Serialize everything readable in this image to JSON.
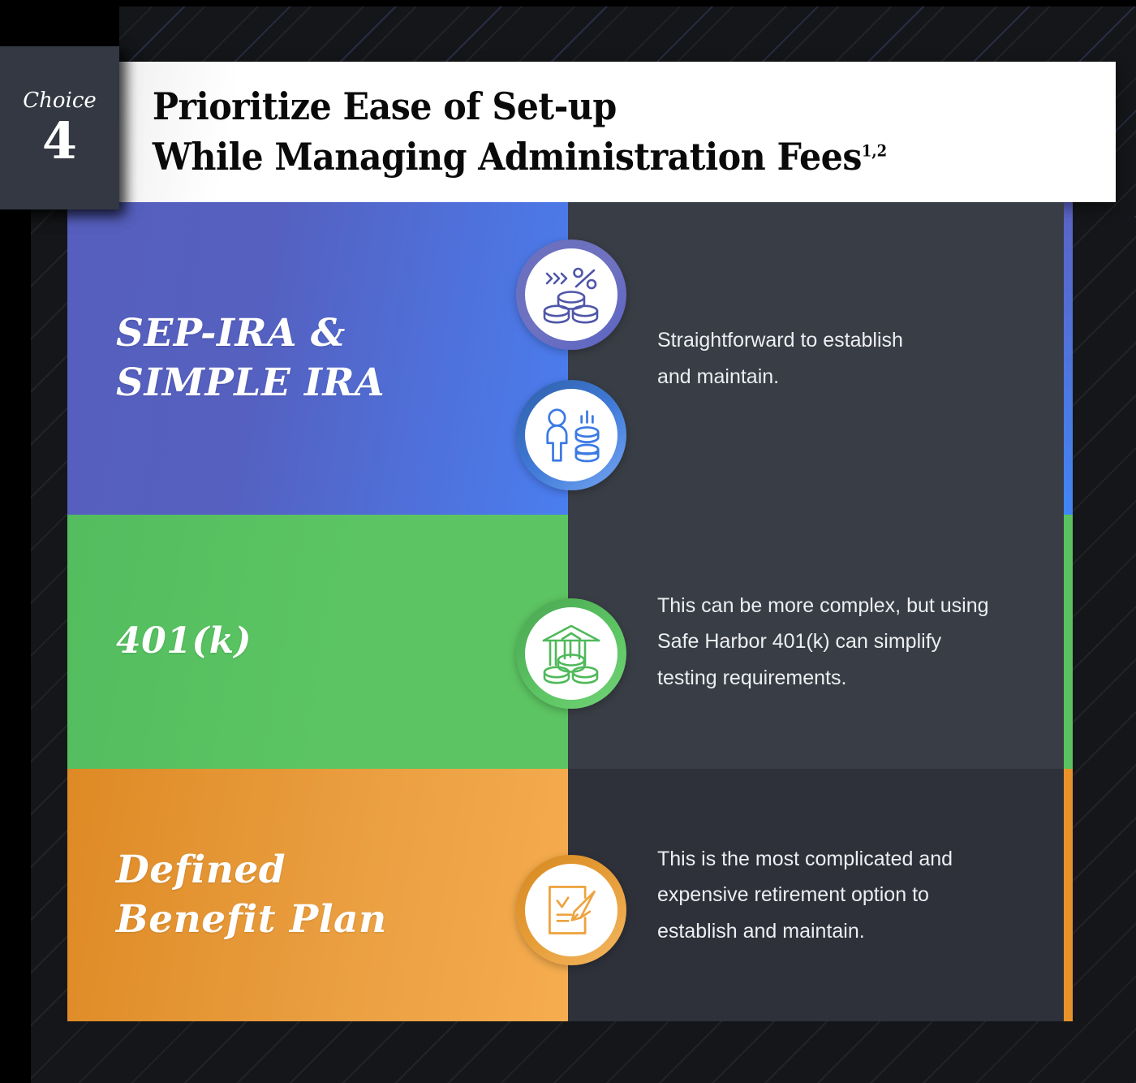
{
  "badge": {
    "label": "Choice",
    "number": "4"
  },
  "header": {
    "title_line1": "Prioritize Ease of Set-up",
    "title_line2": "While Managing Administration Fees",
    "title_footnote": "1,2"
  },
  "colors": {
    "accent_blue": "#5b63c4",
    "accent_blue_light": "#4285f4",
    "accent_green": "#5cc462",
    "accent_orange": "#e89229",
    "panel_dark": "#393d45",
    "panel_dark_alt": "#2e313a",
    "backdrop": "#141619",
    "badge_bg": "#333842",
    "header_bg": "#ffffff"
  },
  "rows": [
    {
      "plan_name": "SEP-IRA &\nSIMPLE IRA",
      "description": "Straightforward to establish\nand maintain.",
      "icons": [
        "coins-percent-icon",
        "person-savings-icon"
      ],
      "accent": "#5b63c4"
    },
    {
      "plan_name": "401(k)",
      "description": "This can be more complex, but using\nSafe Harbor 401(k) can simplify\ntesting requirements.",
      "icons": [
        "bank-coins-icon"
      ],
      "accent": "#5cc462"
    },
    {
      "plan_name": "Defined\nBenefit Plan",
      "description": "This is the most complicated and\nexpensive retirement option to\nestablish and maintain.",
      "icons": [
        "document-signature-icon"
      ],
      "accent": "#e89229"
    }
  ]
}
